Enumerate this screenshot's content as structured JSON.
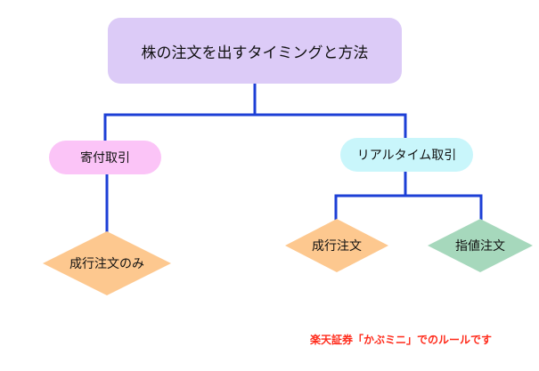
{
  "diagram": {
    "root": {
      "label": "株の注文を出すタイミングと方法"
    },
    "branches": [
      {
        "label": "寄付取引",
        "children": [
          {
            "label": "成行注文のみ"
          }
        ]
      },
      {
        "label": "リアルタイム取引",
        "children": [
          {
            "label": "成行注文"
          },
          {
            "label": "指値注文"
          }
        ]
      }
    ],
    "footnote": "楽天証券「かぶミニ」でのルールです"
  },
  "colors": {
    "root_fill": "#dccbf7",
    "branch_left_fill": "#fbc4f7",
    "branch_right_fill": "#c9f6fb",
    "market_order_fill": "#fdc88f",
    "limit_order_fill": "#a6d8bc",
    "connector": "#1c3fd6",
    "footnote_text": "#ff2a1a"
  }
}
